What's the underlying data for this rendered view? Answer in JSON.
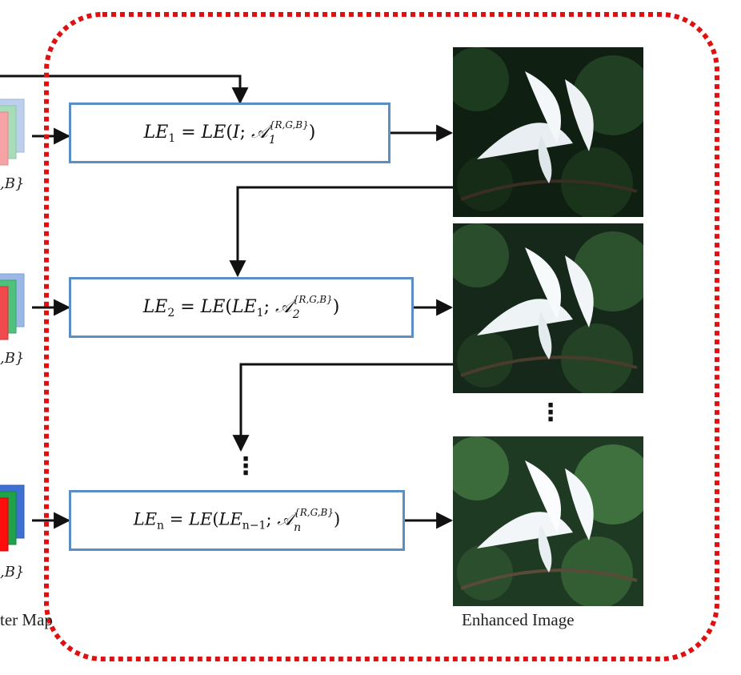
{
  "equations": {
    "le1": {
      "lhs": "LE",
      "lhs_sub": "1",
      "func": "LE",
      "arg": "I",
      "param_sub": "1",
      "param_sup": "{R,G,B}"
    },
    "le2": {
      "lhs": "LE",
      "lhs_sub": "2",
      "func": "LE",
      "arg": "LE",
      "arg_sub": "1",
      "param_sub": "2",
      "param_sup": "{R,G,B}"
    },
    "len": {
      "lhs": "LE",
      "lhs_sub": "n",
      "func": "LE",
      "arg": "LE",
      "arg_sub": "n−1",
      "param_sub": "n",
      "param_sup": "{R,G,B}"
    }
  },
  "captions": {
    "enhanced_image": "Enhanced Image",
    "parameter_map_partial": "ter Map"
  },
  "set_labels": [
    ",B}",
    ",B}",
    ",B}"
  ],
  "ellipsis": "⋮",
  "colors": {
    "box_border": "#5b8fc4",
    "dashed_border": "#e01010",
    "arrow": "#111111"
  }
}
